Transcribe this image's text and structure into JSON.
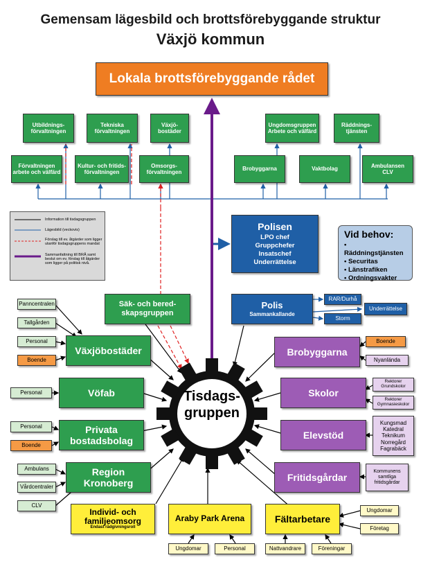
{
  "header": {
    "title": "Gemensam lägesbild och brottsförebyggande struktur",
    "subtitle": "Växjö kommun"
  },
  "top": {
    "council": "Lokala brottsförebyggande rådet"
  },
  "upper_row": {
    "utbildning": "Utbildnings-\nförvaltningen",
    "tekniska": "Tekniska\nförvaltningen",
    "vaxjobostader": "Växjö-\nbostäder",
    "ungdomsgruppen": "Ungdomsgruppen\nArbete och välfärd",
    "raddning": "Räddnings-\ntjänsten"
  },
  "lower_row": {
    "arbete": "Förvaltningen\narbete och välfärd",
    "kultur": "Kultur- och fritids-\nförvaltningen",
    "omsorg": "Omsorgs-\nförvaltningen",
    "brobyggarna": "Brobyggarna",
    "vaktbolag": "Vaktbolag",
    "ambulansen": "Ambulansen\nCLV"
  },
  "legend": {
    "items": [
      "Information till tisdagsgruppen",
      "Lägesbild (veckovis)",
      "Förslag till ev. åtgärder som ligger utanför tisdagsgruppens mandat",
      "Sammanfattning till BRÅ samt beslut om ev. förslag till åtgärder som ligger på politisk nivå."
    ],
    "colors": [
      "#000000",
      "#1f5fa6",
      "#e02020",
      "#6a1b8a"
    ]
  },
  "polisen": {
    "title": "Polisen",
    "lines": [
      "LPO chef",
      "Gruppchefer",
      "Insatschef",
      "Underrättelse"
    ]
  },
  "vid_behov": {
    "title": "Vid behov:",
    "items": [
      "• Räddningstjänsten",
      "• Securitas",
      "• Länstrafiken",
      "• Ordningsvakter"
    ]
  },
  "sak": {
    "label": "Säk- och bered-\nskapsgruppen"
  },
  "polis": {
    "title": "Polis",
    "sub": "Sammankallande",
    "rar": "RAR/Durhå",
    "underrattelse": "Underrättelse",
    "storm": "Storm"
  },
  "center": {
    "label": "Tisdags-\ngruppen"
  },
  "left_nodes": {
    "vaxjobostader": "Växjöbostäder",
    "vofab": "Vöfab",
    "privata": "Privata\nbostadsbolag",
    "region": "Region\nKronoberg",
    "individ": "Individ- och\nfamiljeomsorg",
    "individ_sub": "Endast rådgivningsroll"
  },
  "left_small": {
    "panncentralen": "Panncentralen",
    "tallgarden": "Tallgården",
    "personal1": "Personal",
    "boende1": "Boende",
    "personal2": "Personal",
    "personal3": "Personal",
    "boende2": "Boende",
    "ambulans": "Ambulans",
    "vardcentraler": "Vårdcentraler",
    "clv": "CLV"
  },
  "right_nodes": {
    "brobyggarna": "Brobyggarna",
    "skolor": "Skolor",
    "elevstod": "Elevstöd",
    "fritidsgardar": "Fritidsgårdar",
    "faltarbetare": "Fältarbetare",
    "araby": "Araby Park Arena"
  },
  "right_small": {
    "boende": "Boende",
    "nyanlanda": "Nyanlända",
    "rektorer_grund": "Rektorer\nGrundskolor",
    "rektorer_gym": "Rektorer\nGymnasieskolor",
    "elevstod_list": "Kungsmad\nKatedral\nTeknikum\nNorregård\nFagrabäck",
    "kommunens": "Kommunens\nsamtliga\nfritidsgårdar",
    "ungdomar_r": "Ungdomar",
    "foretag": "Företag",
    "nattvandrare": "Nattvandrare",
    "foreningar": "Föreningar",
    "ungdomar_b": "Ungdomar",
    "personal_b": "Personal"
  }
}
